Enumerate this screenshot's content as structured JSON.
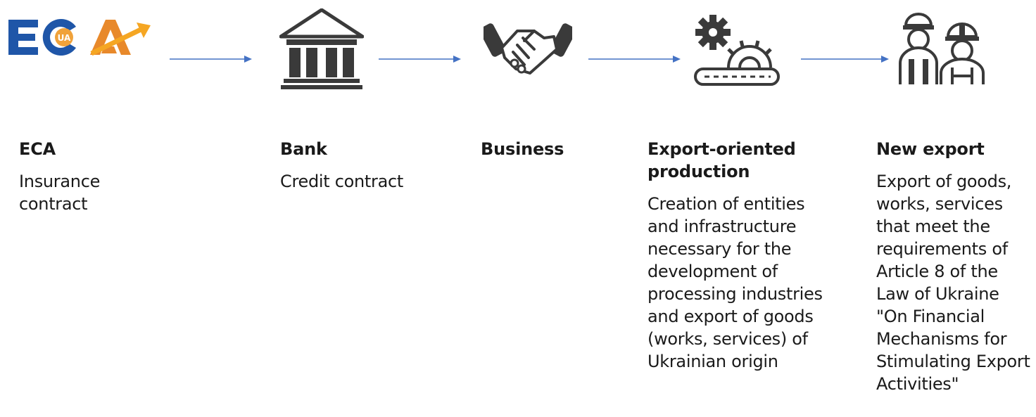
{
  "logo": {
    "text": "ECA",
    "badge": "UA",
    "colors": {
      "blue": "#1f56a8",
      "orange": "#f0a23a",
      "arrow": "#f5a623"
    }
  },
  "arrow_color": "#4472c4",
  "steps": [
    {
      "icon": "eca-logo",
      "title": "ECA",
      "description": "Insurance contract"
    },
    {
      "icon": "bank-icon",
      "title": "Bank",
      "description": "Credit contract"
    },
    {
      "icon": "handshake-icon",
      "title": "Business",
      "description": ""
    },
    {
      "icon": "factory-conveyor-icon",
      "title": "Export-oriented production",
      "description": "Creation of entities and infrastructure necessary for the development of processing industries and export of goods (works, services) of Ukrainian origin"
    },
    {
      "icon": "workers-icon",
      "title": "New export",
      "description": "Export of goods, works, services that meet the requirements of Article 8 of the Law of Ukraine \"On Financial Mechanisms for Stimulating Export Activities\""
    }
  ]
}
